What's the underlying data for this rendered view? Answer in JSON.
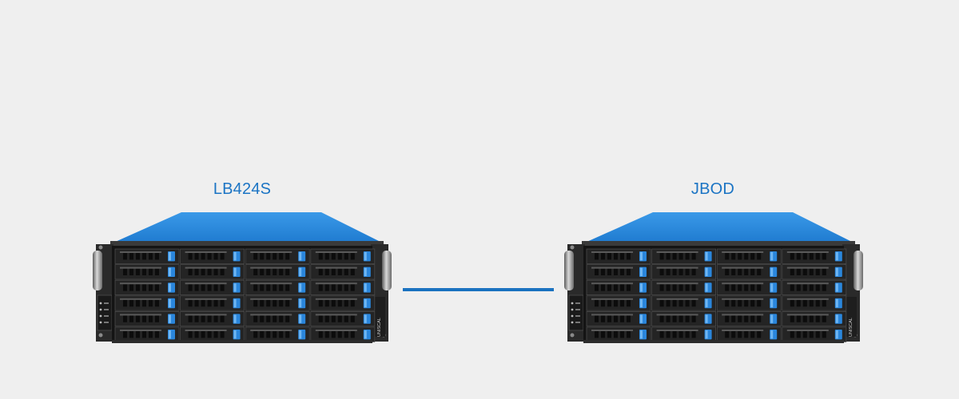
{
  "diagram": {
    "left_device": {
      "label": "LB424S"
    },
    "right_device": {
      "label": "JBOD"
    },
    "brand_text": "UNISCAL"
  },
  "colors": {
    "background": "#efefef",
    "label": "#1b74c4",
    "connector": "#1a72c0",
    "chassis_top": "#2f8fe0",
    "tray_latch": "#2a86dc"
  },
  "drive_bays": {
    "columns": 4,
    "rows": 6
  }
}
